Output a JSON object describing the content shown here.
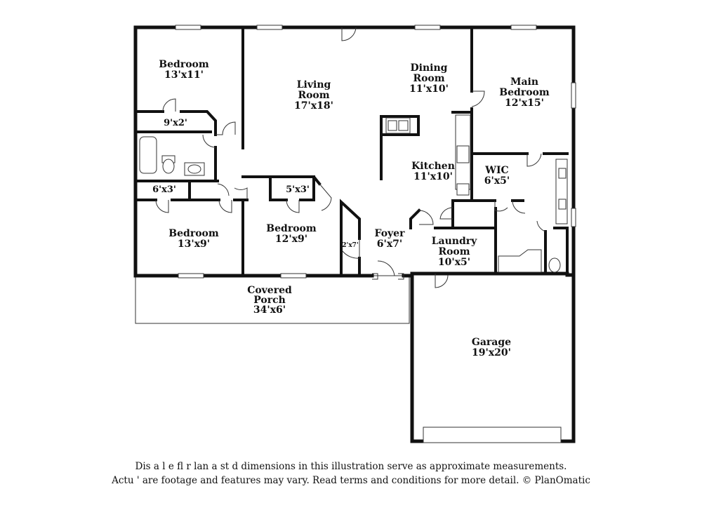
{
  "rooms": {
    "bedroom_nw": {
      "name": "Bedroom",
      "dim": "13'x11'"
    },
    "closet_nw": {
      "dim": "9'x2'"
    },
    "living": {
      "name_1": "Living",
      "name_2": "Room",
      "dim": "17'x18'"
    },
    "dining": {
      "name_1": "Dining",
      "name_2": "Room",
      "dim": "11'x10'"
    },
    "main_bedroom": {
      "name_1": "Main",
      "name_2": "Bedroom",
      "dim": "12'x15'"
    },
    "kitchen": {
      "name": "Kitchen",
      "dim": "11'x10'"
    },
    "wic": {
      "name": "WIC",
      "dim": "6'x5'"
    },
    "closet_w": {
      "dim": "6'x3'"
    },
    "closet_c": {
      "dim": "5'x3'"
    },
    "bedroom_sw": {
      "name": "Bedroom",
      "dim": "13'x9'"
    },
    "bedroom_sc": {
      "name": "Bedroom",
      "dim": "12'x9'"
    },
    "closet_foyer": {
      "dim": "2'x7'"
    },
    "foyer": {
      "name": "Foyer",
      "dim": "6'x7'"
    },
    "laundry": {
      "name_1": "Laundry",
      "name_2": "Room",
      "dim": "10'x5'"
    },
    "porch": {
      "name_1": "Covered",
      "name_2": "Porch",
      "dim": "34'x6'"
    },
    "garage": {
      "name": "Garage",
      "dim": "19'x20'"
    }
  },
  "disclaimer": {
    "line1": "Dis a    l e fl r lan a    st  d dimensions in this illustration serve as approximate measurements.",
    "line2": "Actu  '   are footage and features may vary. Read terms and conditions for more detail. © PlanOmatic"
  }
}
